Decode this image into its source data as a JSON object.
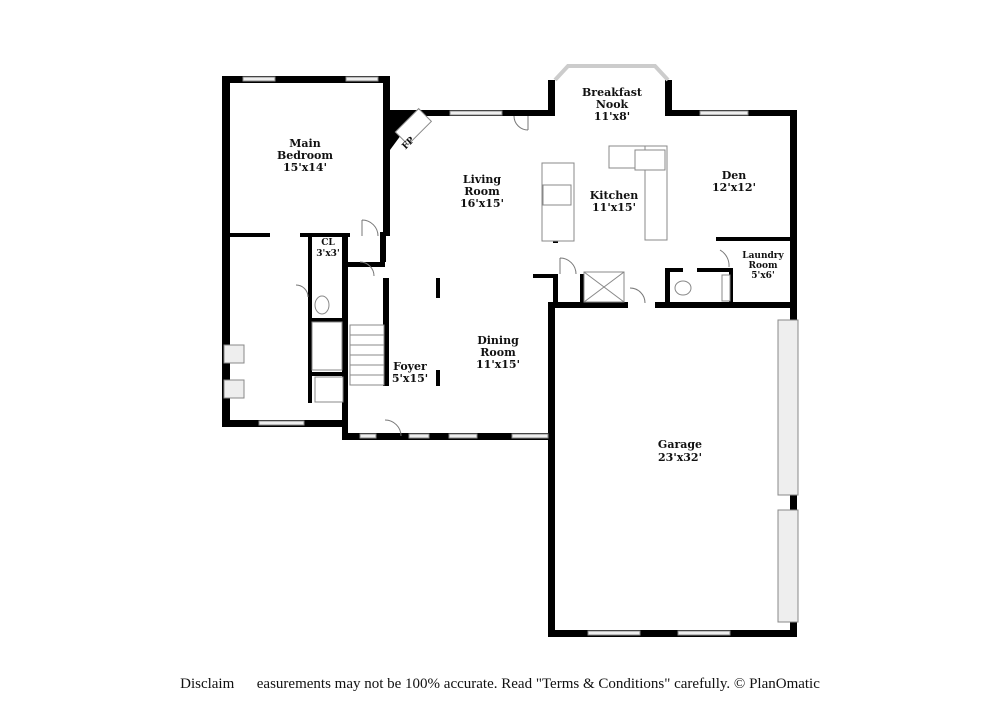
{
  "rooms": {
    "main_bedroom": {
      "name_1": "Main",
      "name_2": "Bedroom",
      "size": "15'x14'"
    },
    "living_room": {
      "name_1": "Living",
      "name_2": "Room",
      "size": "16'x15'"
    },
    "breakfast_nook": {
      "name_1": "Breakfast",
      "name_2": "Nook",
      "size": "11'x8'"
    },
    "kitchen": {
      "name": "Kitchen",
      "size": "11'x15'"
    },
    "den": {
      "name": "Den",
      "size": "12'x12'"
    },
    "closet": {
      "name": "CL",
      "size": "3'x3'"
    },
    "laundry_room": {
      "name_1": "Laundry",
      "name_2": "Room",
      "size": "5'x6'"
    },
    "dining_room": {
      "name_1": "Dining",
      "name_2": "Room",
      "size": "11'x15'"
    },
    "foyer": {
      "name": "Foyer",
      "size": "5'x15'"
    },
    "garage": {
      "name": "Garage",
      "size": "23'x32'"
    },
    "fireplace": {
      "name": "FP"
    }
  },
  "disclaimer": "Disclaim      easurements may not be 100% accurate. Read \"Terms & Conditions\" carefully. © PlanOmatic"
}
